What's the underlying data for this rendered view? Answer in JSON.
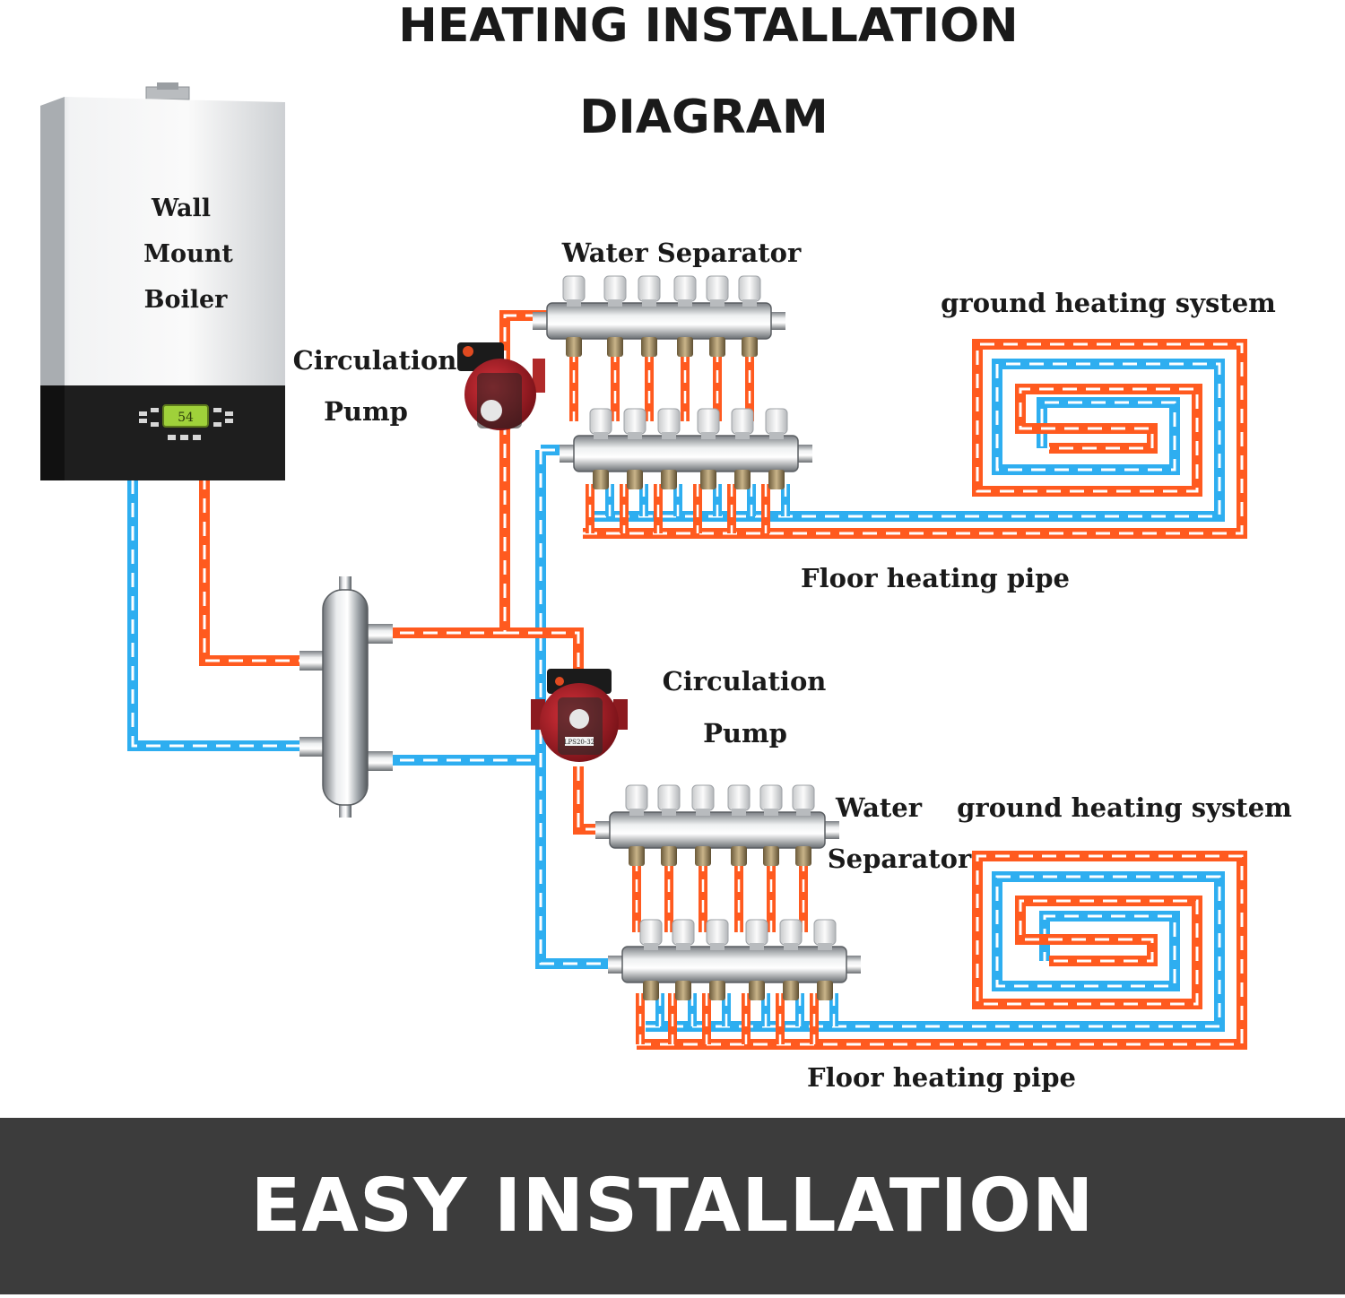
{
  "title": {
    "line1": "HEATING INSTALLATION",
    "line2": "DIAGRAM"
  },
  "labels": {
    "boiler_line1": "Wall",
    "boiler_line2": "Mount",
    "boiler_line3": "Boiler",
    "pump_upper_line1": "Circulation",
    "pump_upper_line2": "Pump",
    "pump_lower_line1": "Circulation",
    "pump_lower_line2": "Pump",
    "separator_upper": "Water Separator",
    "separator_lower_line1": "Water",
    "separator_lower_line2": "Separator",
    "ground_upper": "ground heating system",
    "ground_lower": "ground heating system",
    "floor_pipe_upper": "Floor heating pipe",
    "floor_pipe_lower": "Floor heating pipe",
    "boiler_display": "54",
    "pump_model": "LPS20-32"
  },
  "banner": {
    "text": "EASY INSTALLATION"
  },
  "colors": {
    "hot_pipe": "#ff5a1f",
    "cold_pipe": "#2eaef0",
    "banner_bg": "#3c3c3c",
    "pump_red": "#a31c24",
    "boiler_panel": "#1e1e1e",
    "display_green": "#9fd13a"
  },
  "icons": {
    "boiler": "wall-boiler-icon",
    "pump": "circulation-pump-icon",
    "manifold": "water-manifold-icon",
    "hydraulic_separator": "hydraulic-separator-icon"
  }
}
